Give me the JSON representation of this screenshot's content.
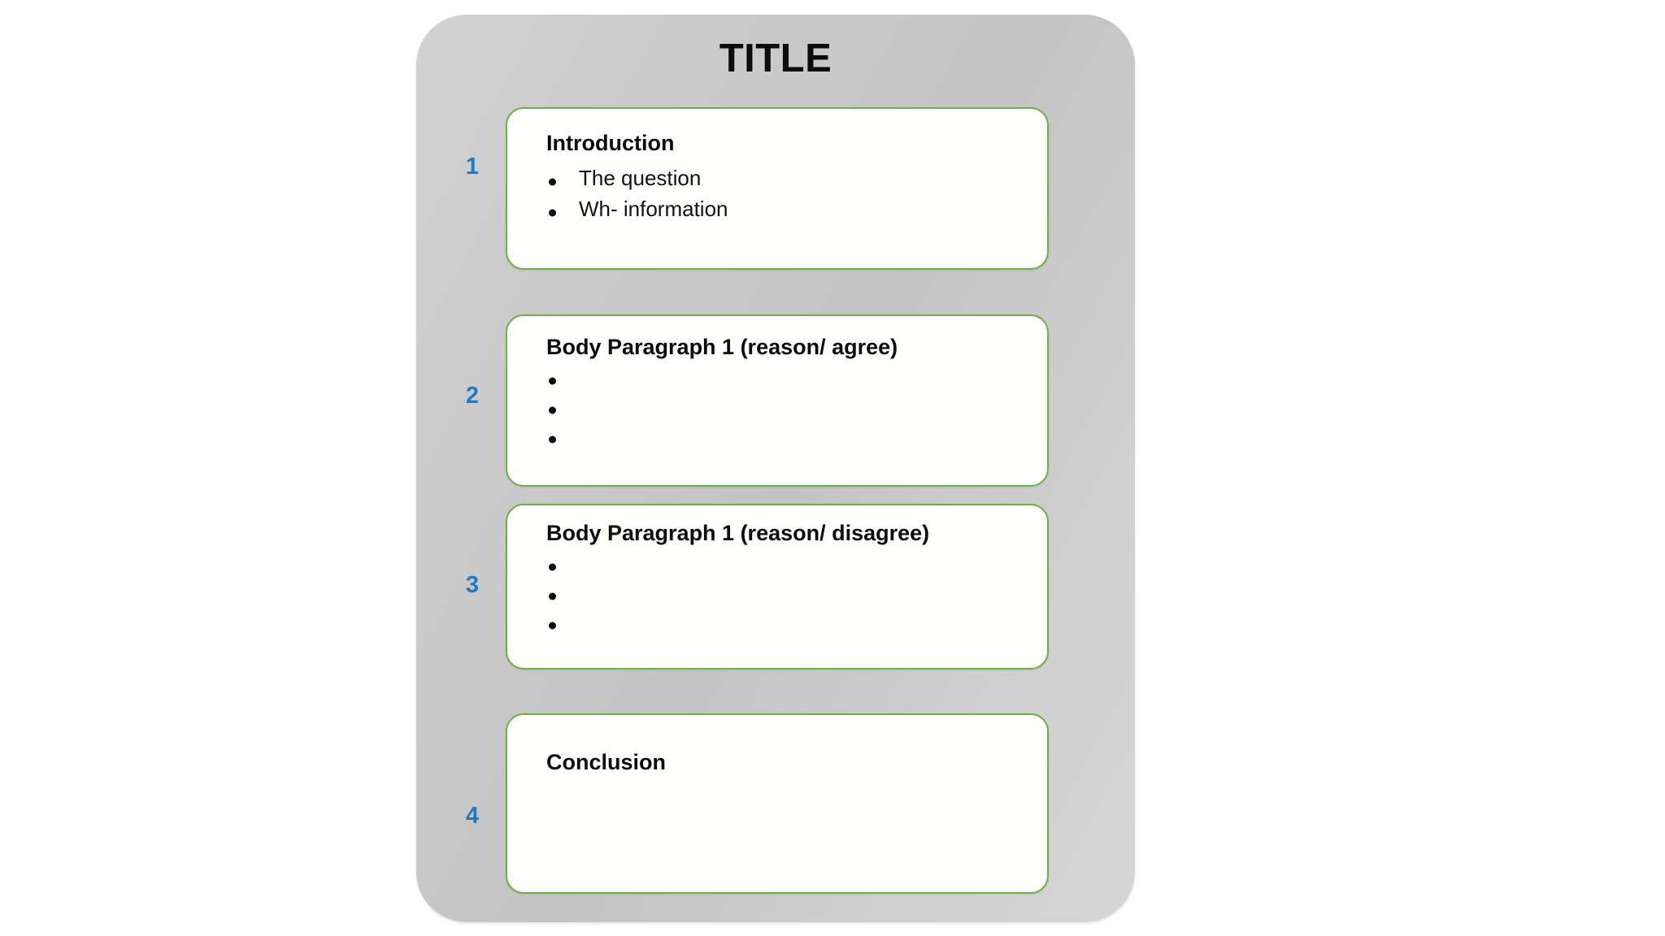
{
  "diagram": {
    "title": "TITLE",
    "accent_green": "#70AD47",
    "number_blue": "#1F7AC0",
    "panel_gray": "#C9C9C9",
    "card_fill": "#FEFFFD",
    "sections": [
      {
        "number": "1",
        "heading": "Introduction",
        "bullets": [
          "The question",
          "Wh- information"
        ]
      },
      {
        "number": "2",
        "heading": "Body Paragraph 1 (reason/ agree)",
        "bullets": [
          "",
          "",
          ""
        ]
      },
      {
        "number": "3",
        "heading": "Body Paragraph 1 (reason/ disagree)",
        "bullets": [
          "",
          "",
          ""
        ]
      },
      {
        "number": "4",
        "heading": "Conclusion",
        "bullets": []
      }
    ]
  }
}
